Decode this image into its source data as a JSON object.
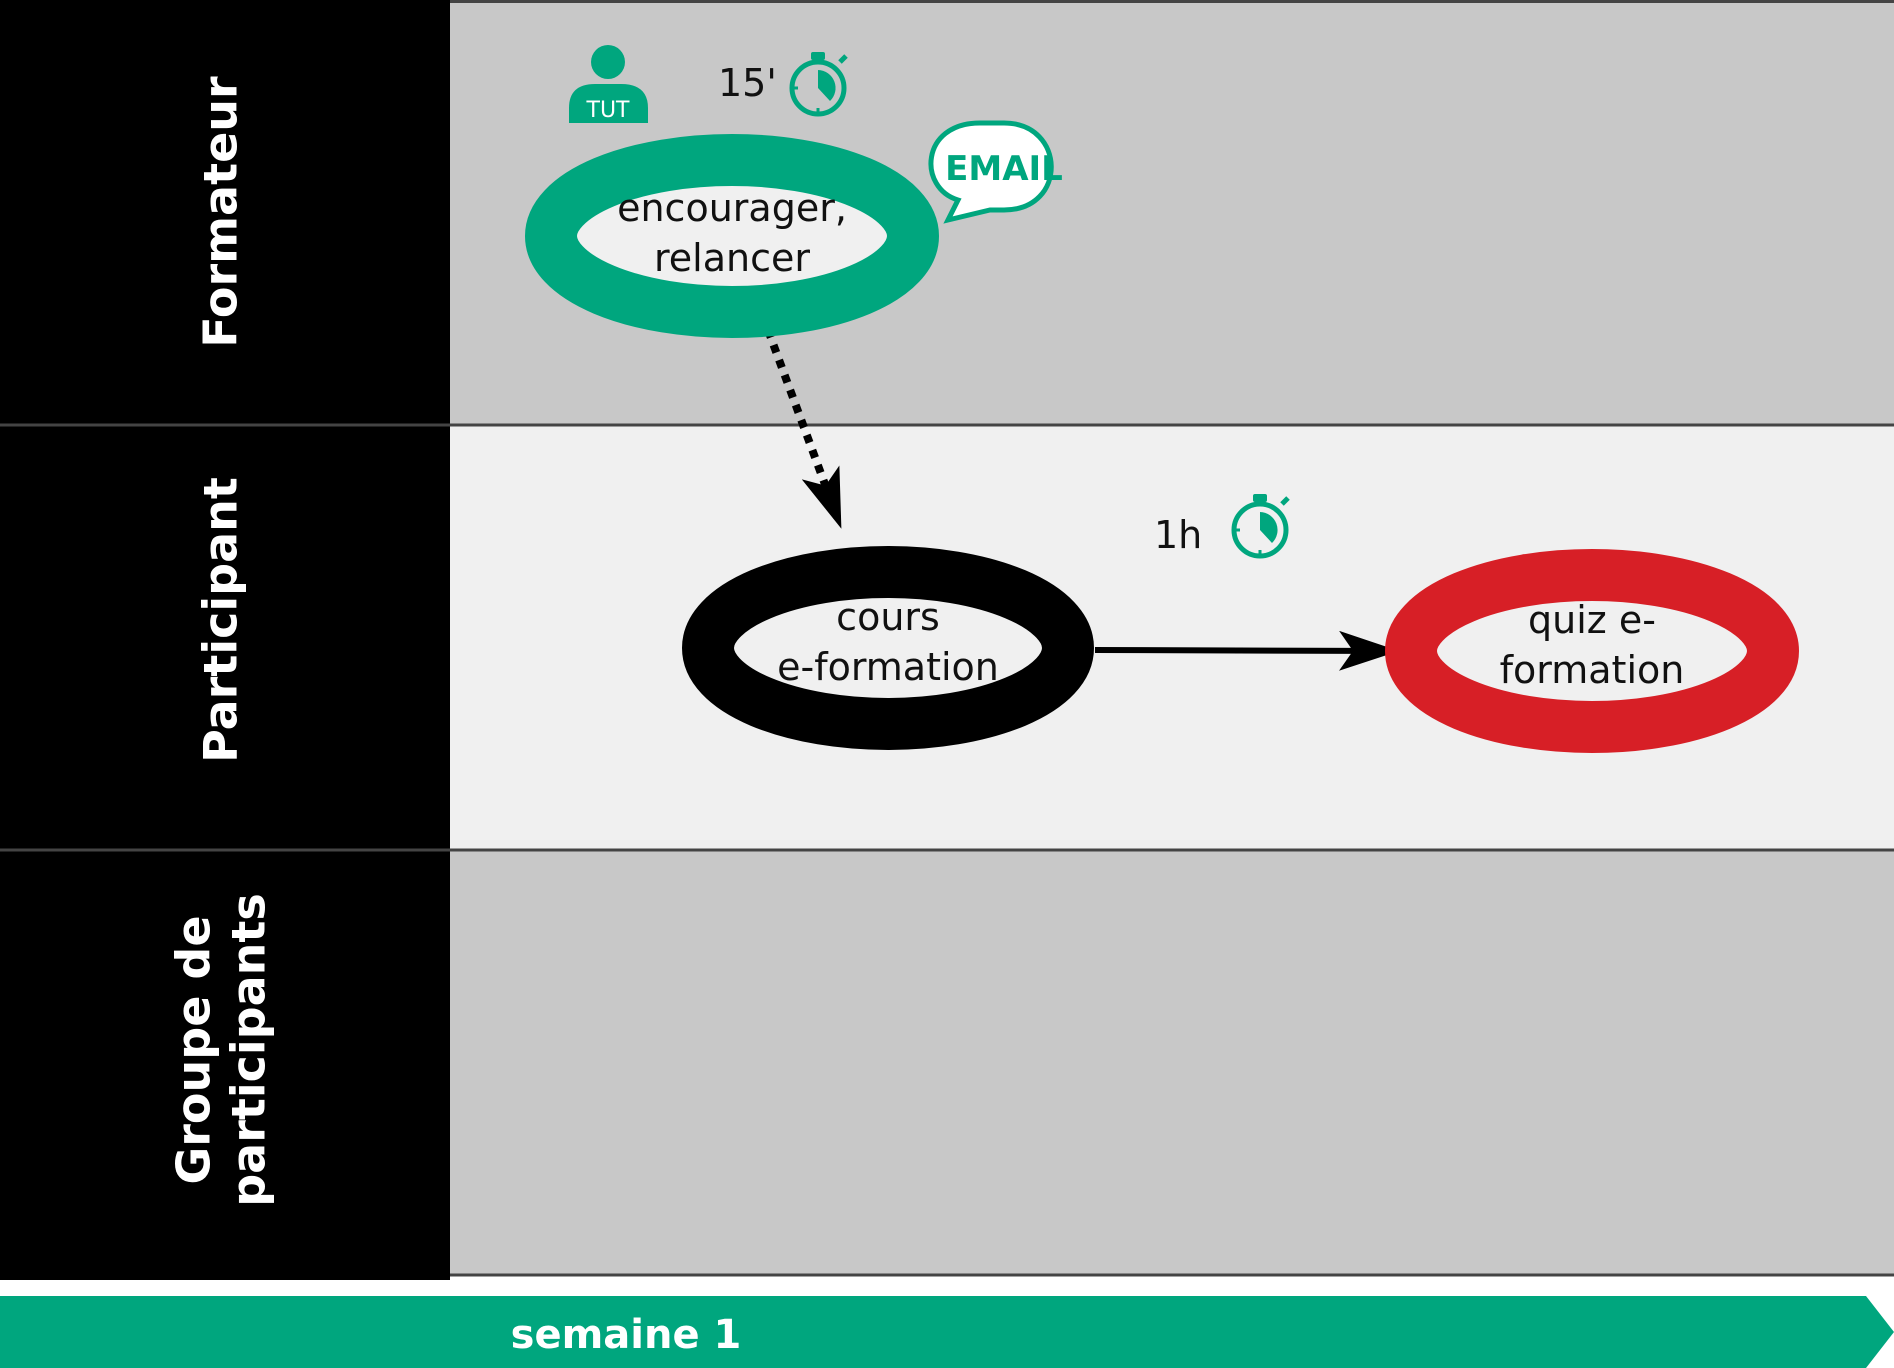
{
  "colors": {
    "green": "#00a67e",
    "red": "#d71f26",
    "black": "#000000",
    "lane_dark": "#c8c8c8",
    "lane_light": "#f0f0f0"
  },
  "lanes": [
    {
      "label": "Formateur"
    },
    {
      "label": "Participant"
    },
    {
      "label_line1": "Groupe de",
      "label_line2": "participants"
    }
  ],
  "nodes": {
    "encourager": {
      "line1": "encourager,",
      "line2": "relancer",
      "color": "#00a67e"
    },
    "cours": {
      "line1": "cours",
      "line2": "e-formation",
      "color": "#000000"
    },
    "quiz": {
      "line1": "quiz e-",
      "line2": "formation",
      "color": "#d71f26"
    }
  },
  "annotations": {
    "role_badge": "TUT",
    "tutor_duration": "15'",
    "email_label": "EMAIL",
    "cours_duration": "1h"
  },
  "icons": {
    "tutor": "person-icon",
    "timer": "stopwatch-icon",
    "email": "speech-bubble-icon"
  },
  "timeline": {
    "label": "semaine 1"
  }
}
